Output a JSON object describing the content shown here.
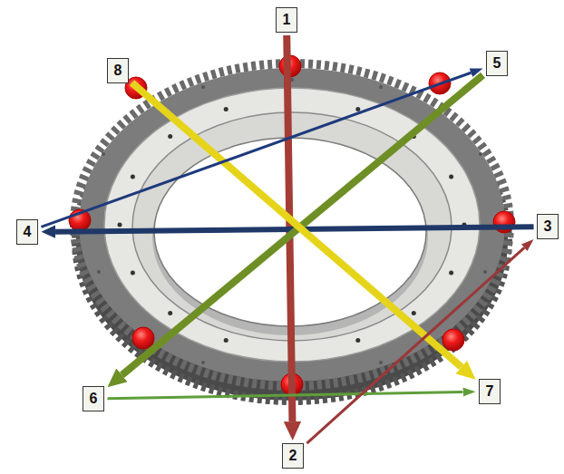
{
  "diagram": {
    "nodes": [
      {
        "text": [
          "1"
        ]
      },
      {
        "text": [
          "2"
        ]
      },
      {
        "text": [
          "3"
        ]
      },
      {
        "text": [
          "4"
        ]
      },
      {
        "text": [
          "5"
        ]
      },
      {
        "text": [
          "6"
        ]
      },
      {
        "text": [
          "7"
        ]
      },
      {
        "text": [
          "8"
        ]
      }
    ],
    "edges": [
      {
        "from": 0,
        "to": 1,
        "arrow": "to"
      },
      {
        "from": 2,
        "to": 3,
        "arrow": "to"
      },
      {
        "from": 4,
        "to": 5,
        "arrow": "to"
      },
      {
        "from": 7,
        "to": 6,
        "arrow": "to"
      },
      {
        "from": 5,
        "to": 6,
        "arrow": "to"
      },
      {
        "from": 3,
        "to": 4,
        "arrow": "to"
      },
      {
        "from": 1,
        "to": 2,
        "arrow": "to"
      }
    ]
  }
}
